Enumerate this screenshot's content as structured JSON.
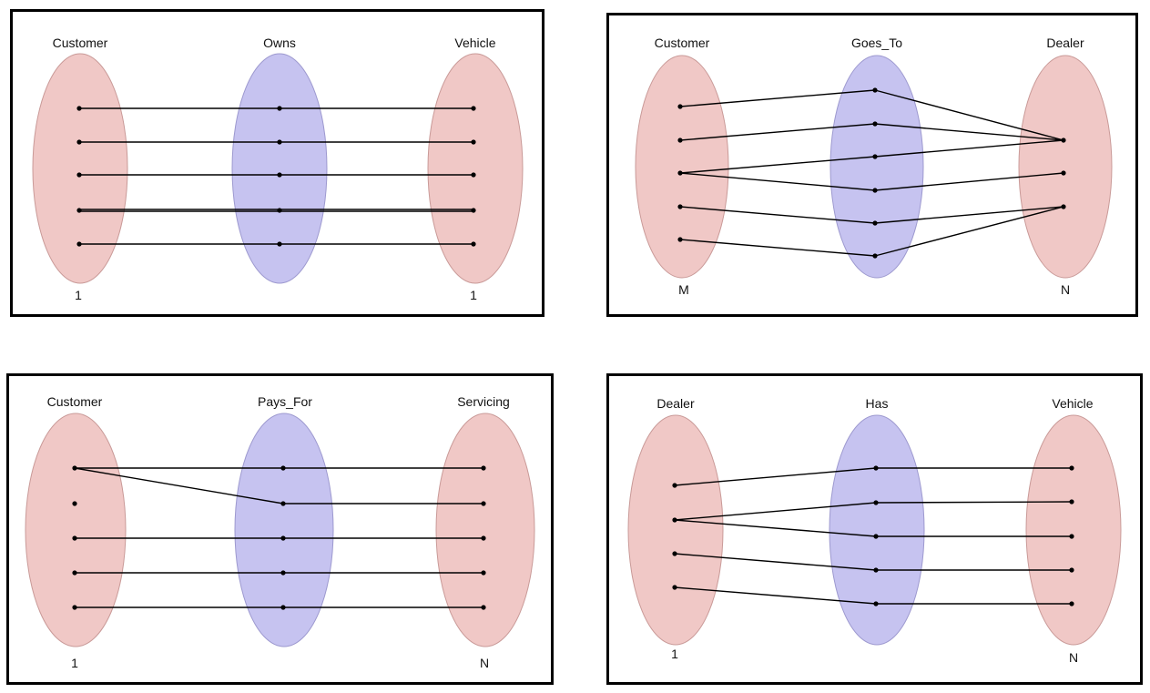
{
  "colors": {
    "entity_fill": "#f0c8c6",
    "entity_stroke": "#c99a98",
    "relation_fill": "#c6c3f0",
    "relation_stroke": "#9d99cf",
    "line": "#000000",
    "border": "#000000"
  },
  "diagrams": [
    {
      "left_label": "Customer",
      "middle_label": "Owns",
      "right_label": "Vehicle",
      "left_cardinality": "1",
      "right_cardinality": "1"
    },
    {
      "left_label": "Customer",
      "middle_label": "Goes_To",
      "right_label": "Dealer",
      "left_cardinality": "M",
      "right_cardinality": "N"
    },
    {
      "left_label": "Customer",
      "middle_label": "Pays_For",
      "right_label": "Servicing",
      "left_cardinality": "1",
      "right_cardinality": "N"
    },
    {
      "left_label": "Dealer",
      "middle_label": "Has",
      "right_label": "Vehicle",
      "left_cardinality": "1",
      "right_cardinality": "N"
    }
  ]
}
